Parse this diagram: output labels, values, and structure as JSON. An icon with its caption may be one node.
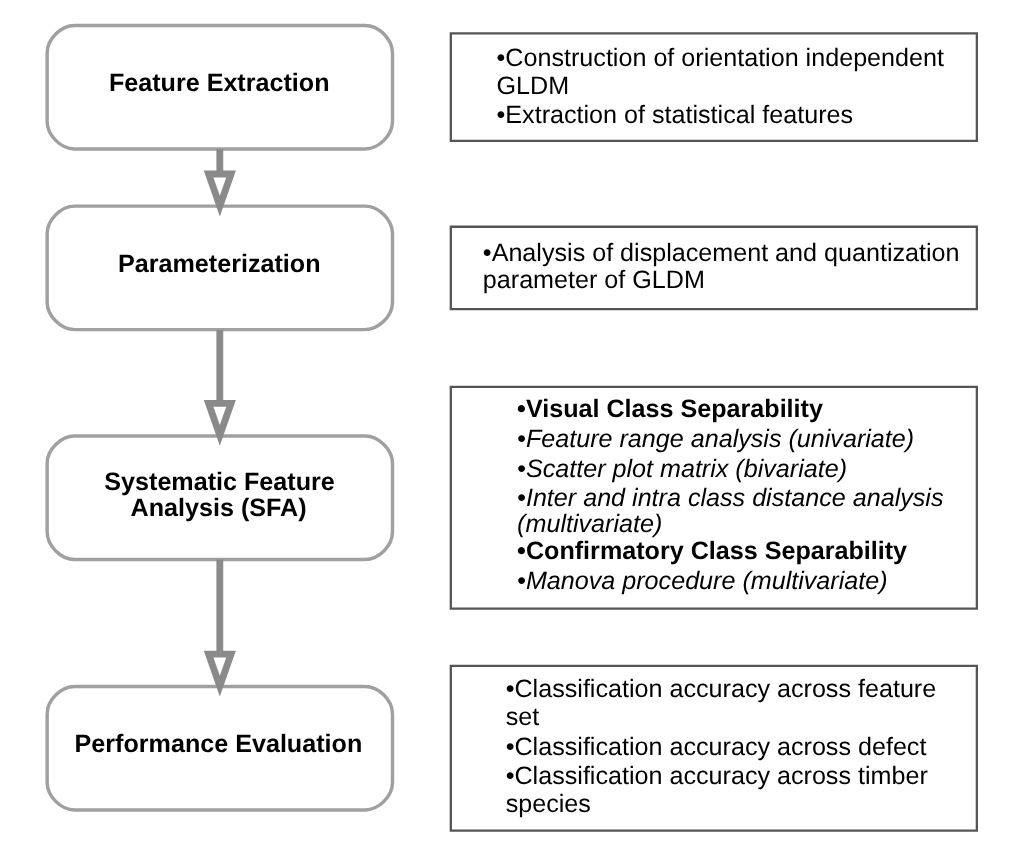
{
  "diagram": {
    "nodes": [
      {
        "text": [
          "Feature Extraction"
        ]
      },
      {
        "text": [
          "•Construction of orientation independent GLDM",
          "•Extraction of statistical features"
        ]
      },
      {
        "text": [
          "Parameterization"
        ]
      },
      {
        "text": [
          "•Analysis of displacement and quantization parameter of GLDM"
        ]
      },
      {
        "text": [
          "Systematic Feature Analysis (SFA)"
        ]
      },
      {
        "text": [
          "•Visual Class Separability",
          "•Feature range analysis (univariate)",
          "•Scatter plot matrix (bivariate)",
          "•Inter and intra class distance analysis (multivariate)",
          "•Confirmatory Class Separability",
          "•Manova procedure (multivariate)"
        ]
      },
      {
        "text": [
          "Performance Evaluation"
        ]
      },
      {
        "text": [
          "•Classification accuracy across feature set",
          "•Classification accuracy across defect",
          "•Classification accuracy across timber species"
        ]
      }
    ],
    "edges": [
      {
        "from": 0,
        "to": 2,
        "arrow": "to"
      },
      {
        "from": 2,
        "to": 4,
        "arrow": "to"
      },
      {
        "from": 4,
        "to": 6,
        "arrow": "to"
      }
    ]
  }
}
